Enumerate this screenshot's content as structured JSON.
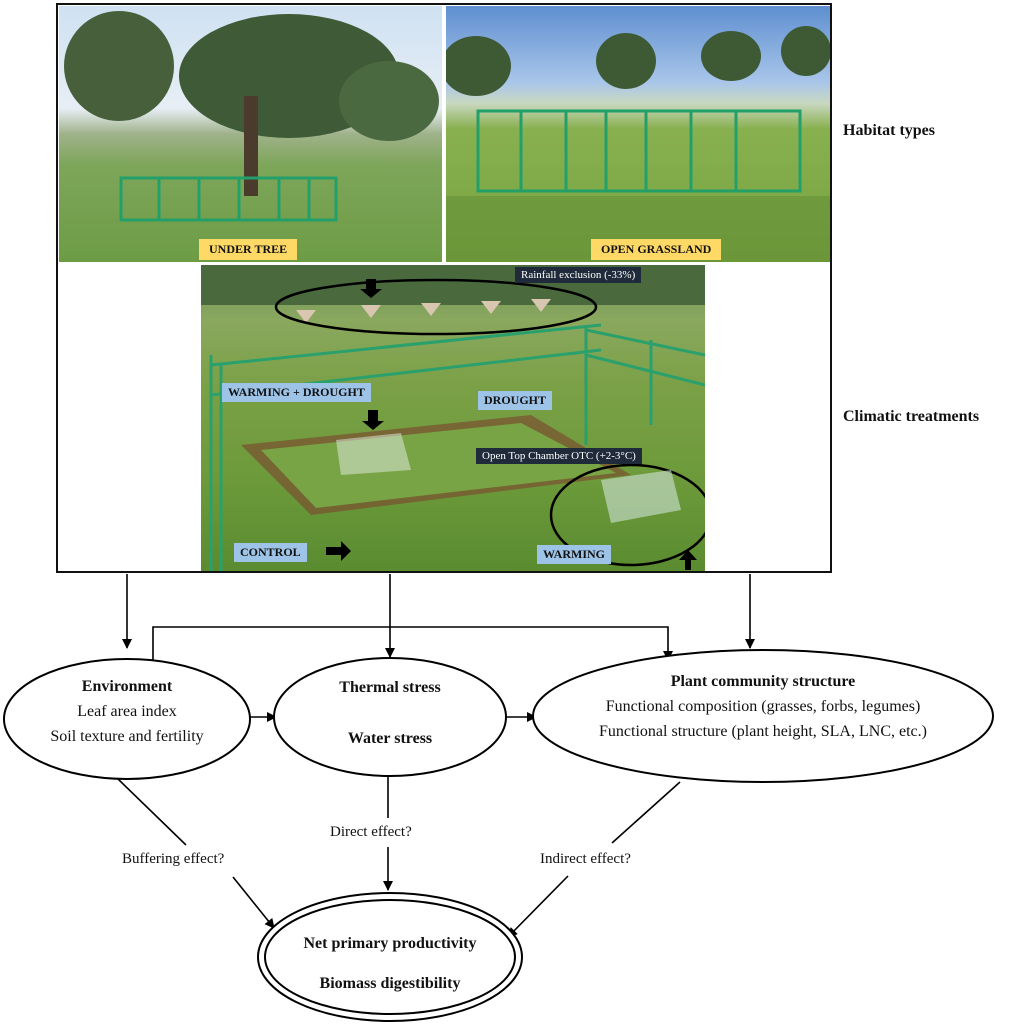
{
  "photos": {
    "habitat_left_label": "UNDER TREE",
    "habitat_right_label": "OPEN GRASSLAND",
    "rainfall_exclusion": "Rainfall exclusion (-33%)",
    "warming_drought": "WARMING + DROUGHT",
    "drought": "DROUGHT",
    "otc": "Open Top Chamber OTC (+2-3°C)",
    "control": "CONTROL",
    "warming": "WARMING"
  },
  "side_labels": {
    "habitat_types": "Habitat types",
    "climatic_treatments": "Climatic treatments"
  },
  "nodes": {
    "environment": {
      "title": "Environment",
      "line1": "Leaf area index",
      "line2": "Soil texture and fertility"
    },
    "stress": {
      "line1": "Thermal stress",
      "line2": "Water stress"
    },
    "plant_community": {
      "title": "Plant community structure",
      "line1": "Functional composition (grasses, forbs, legumes)",
      "line2": "Functional structure (plant height, SLA, LNC, etc.)"
    },
    "productivity": {
      "line1": "Net primary productivity",
      "line2": "Biomass digestibility"
    }
  },
  "edge_labels": {
    "buffering": "Buffering effect?",
    "direct": "Direct effect?",
    "indirect": "Indirect effect?"
  },
  "colors": {
    "tag_yellow": "#ffd966",
    "tag_blue": "#9dc3e6",
    "tag_dark": "#1f2b3a"
  }
}
